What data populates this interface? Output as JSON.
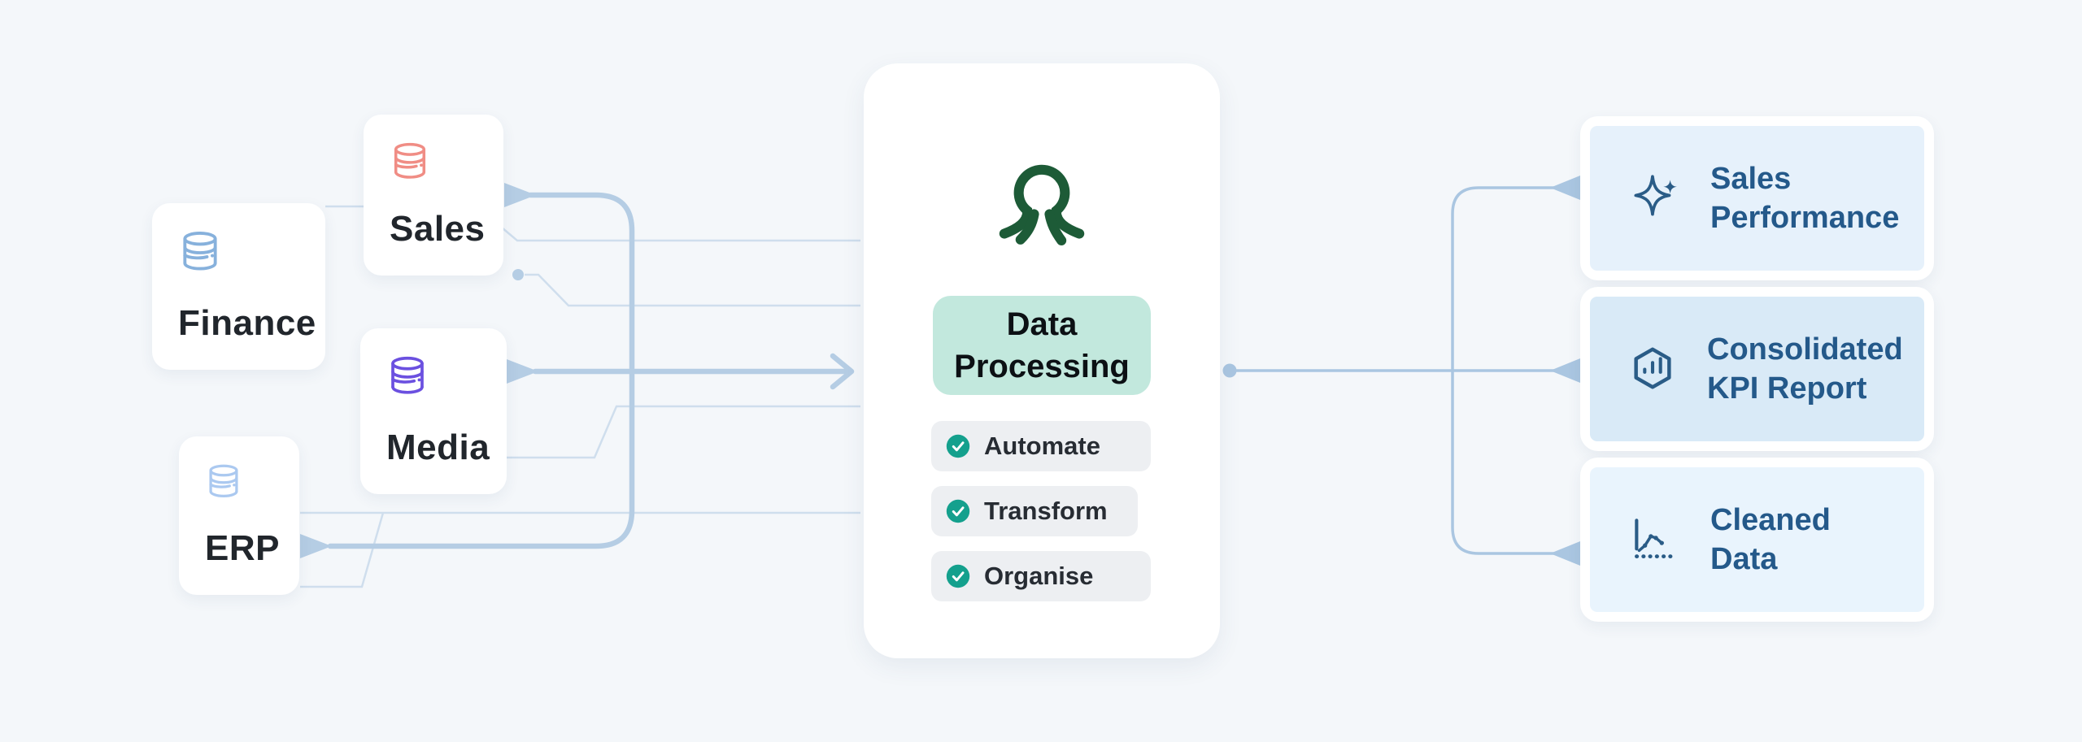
{
  "canvas": {
    "background": "#f4f7fa"
  },
  "colors": {
    "thick_line": "#b5cde4",
    "thin_line": "#cfdeed",
    "right_line": "#aac6e1",
    "octopus_green": "#1d5b37",
    "chip_bg": "#c2e8dd",
    "check_teal": "#14a08d",
    "output_text_blue": "#24598a",
    "output_icon_blue": "#2a5c87"
  },
  "sources": [
    {
      "label": "Finance",
      "icon": "database-icon",
      "icon_color": "#87b1dc"
    },
    {
      "label": "Sales",
      "icon": "database-icon",
      "icon_color": "#f08d85"
    },
    {
      "label": "Media",
      "icon": "database-icon",
      "icon_color": "#6b50e0"
    },
    {
      "label": "ERP",
      "icon": "database-icon",
      "icon_color": "#abc9f0"
    }
  ],
  "processor": {
    "logo": "octopus-logo",
    "chip": {
      "lines": [
        "Data",
        "Processing"
      ]
    },
    "badges": [
      {
        "label": "Automate"
      },
      {
        "label": "Transform"
      },
      {
        "label": "Organise"
      }
    ]
  },
  "outputs": [
    {
      "lines": [
        "Sales",
        "Performance"
      ],
      "icon": "sparkle-icon",
      "bg": "#e6f1fb"
    },
    {
      "lines": [
        "Consolidated",
        "KPI Report"
      ],
      "icon": "hexagon-bar-chart-icon",
      "bg": "#d9eaf7"
    },
    {
      "lines": [
        "Cleaned",
        "Data"
      ],
      "icon": "line-chart-icon",
      "bg": "#e9f4fd"
    }
  ]
}
